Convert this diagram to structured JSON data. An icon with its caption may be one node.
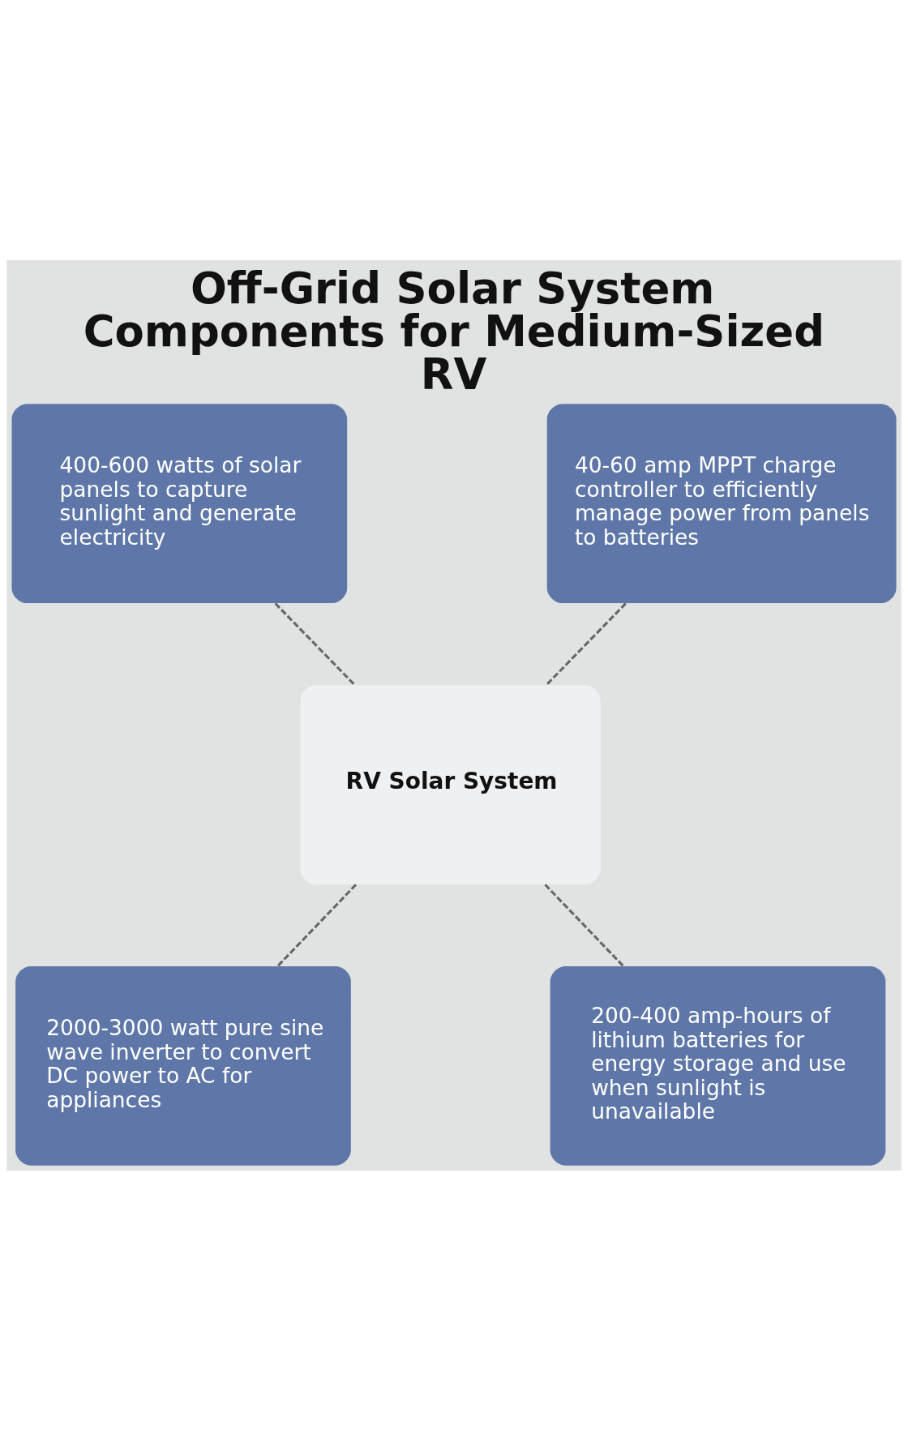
{
  "diagram": {
    "title": "Off-Grid Solar System Components for Medium-Sized RV",
    "nodes": [
      {
        "text": [
          "400-600 watts of solar panels to capture sunlight and generate electricity"
        ]
      },
      {
        "text": [
          "40-60 amp MPPT charge controller to efficiently manage power from panels to batteries"
        ]
      },
      {
        "text": [
          "RV Solar System"
        ]
      },
      {
        "text": [
          "2000-3000 watt pure sine wave inverter to convert DC power to AC for appliances"
        ]
      },
      {
        "text": [
          "200-400 amp-hours of lithium batteries for energy storage and use when sunlight is unavailable"
        ]
      }
    ],
    "edges": [
      {
        "from": 0,
        "to": 2,
        "arrow": "none",
        "style": "dashed"
      },
      {
        "from": 1,
        "to": 2,
        "arrow": "none",
        "style": "dashed"
      },
      {
        "from": 2,
        "to": 3,
        "arrow": "none",
        "style": "dashed"
      },
      {
        "from": 2,
        "to": 4,
        "arrow": "none",
        "style": "dashed"
      }
    ]
  }
}
